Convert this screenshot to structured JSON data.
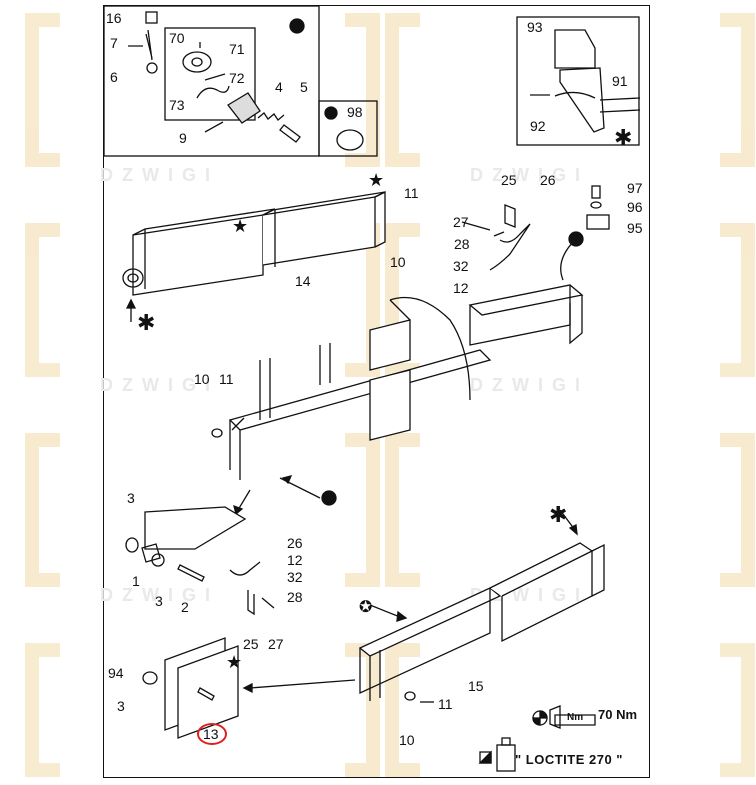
{
  "watermark": {
    "text": "DZWIGI",
    "color": "#e8e8e8",
    "accent": "#f4e2bc"
  },
  "labels": {
    "l16": "16",
    "l7": "7",
    "l6": "6",
    "l70": "70",
    "l71": "71",
    "l72": "72",
    "l73": "73",
    "l4": "4",
    "l5": "5",
    "l9": "9",
    "l98": "98",
    "l93": "93",
    "l91": "91",
    "l92": "92",
    "l11a": "11",
    "l10a": "10",
    "l27a": "27",
    "l28a": "28",
    "l32a": "32",
    "l12a": "12",
    "l25a": "25",
    "l26a": "26",
    "l97": "97",
    "l96": "96",
    "l95": "95",
    "l14": "14",
    "l10b": "10",
    "l11b": "11",
    "l3a": "3",
    "l1": "1",
    "l3b": "3",
    "l2": "2",
    "l26b": "26",
    "l12b": "12",
    "l32b": "32",
    "l28b": "28",
    "l25b": "25",
    "l27b": "27",
    "l94": "94",
    "l3c": "3",
    "l13": "13",
    "l15": "15",
    "l11c": "11",
    "l10c": "10"
  },
  "legend": {
    "torque_unit": "Nm",
    "torque_value": "70 Nm",
    "loctite": "\" LOCTITE  270 \""
  },
  "highlight": {
    "part": "13",
    "color": "#e02020"
  }
}
